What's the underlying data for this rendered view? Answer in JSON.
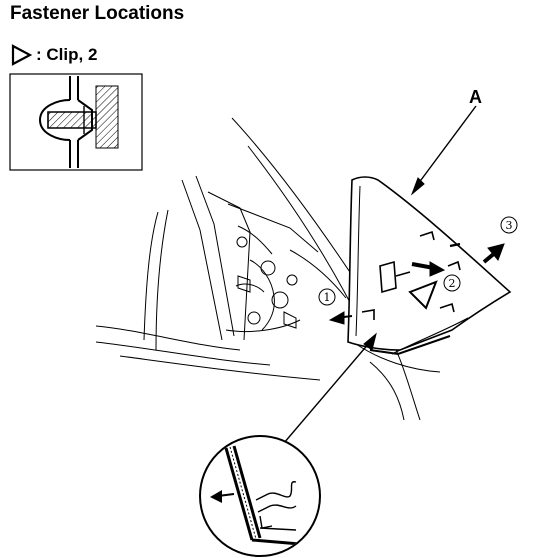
{
  "title": "Fastener Locations",
  "legend": {
    "symbol_icon": "triangle-outline-icon",
    "text": ": Clip, 2"
  },
  "callouts": {
    "part_letter": "A",
    "step_1": "1",
    "step_2": "2",
    "step_3": "3"
  },
  "colors": {
    "line": "#000000",
    "background": "#ffffff"
  }
}
